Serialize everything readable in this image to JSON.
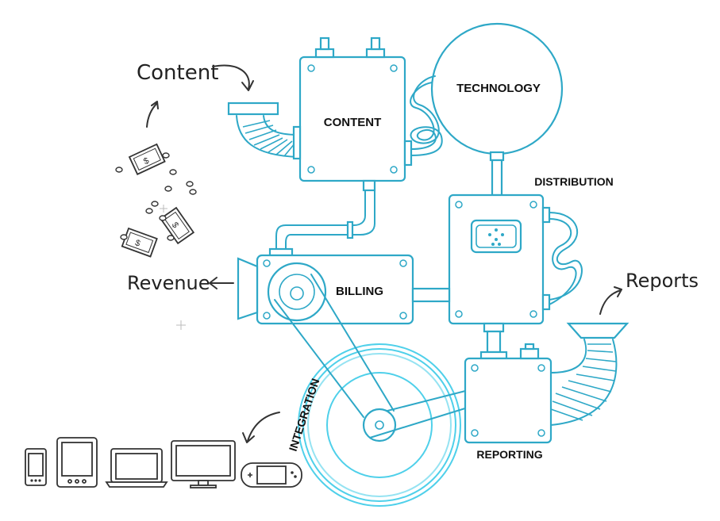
{
  "handwritten": {
    "content": "Content",
    "revenue": "Revenue",
    "reports": "Reports"
  },
  "components": {
    "content": "CONTENT",
    "technology": "TECHNOLOGY",
    "distribution": "DISTRIBUTION",
    "billing": "BILLING",
    "integration": "INTEGRATION",
    "reporting": "REPORTING"
  },
  "devices": [
    "smartphone-icon",
    "tablet-icon",
    "laptop-icon",
    "monitor-icon",
    "game-console-icon"
  ],
  "colors": {
    "machine_line": "#2ea8c7",
    "wheel_glow": "#4fd0ea",
    "ink": "#222222"
  }
}
